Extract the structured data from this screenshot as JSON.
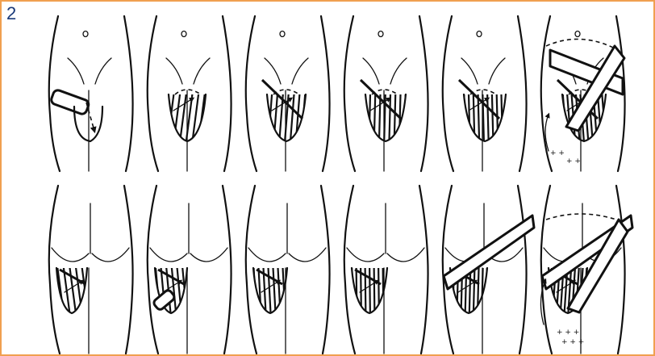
{
  "figure": {
    "number": "2",
    "border_color": "#f0a050",
    "number_color": "#1a3a7a"
  },
  "rows": [
    {
      "view": "front",
      "panels": 6
    },
    {
      "view": "back",
      "panels": 6
    }
  ]
}
